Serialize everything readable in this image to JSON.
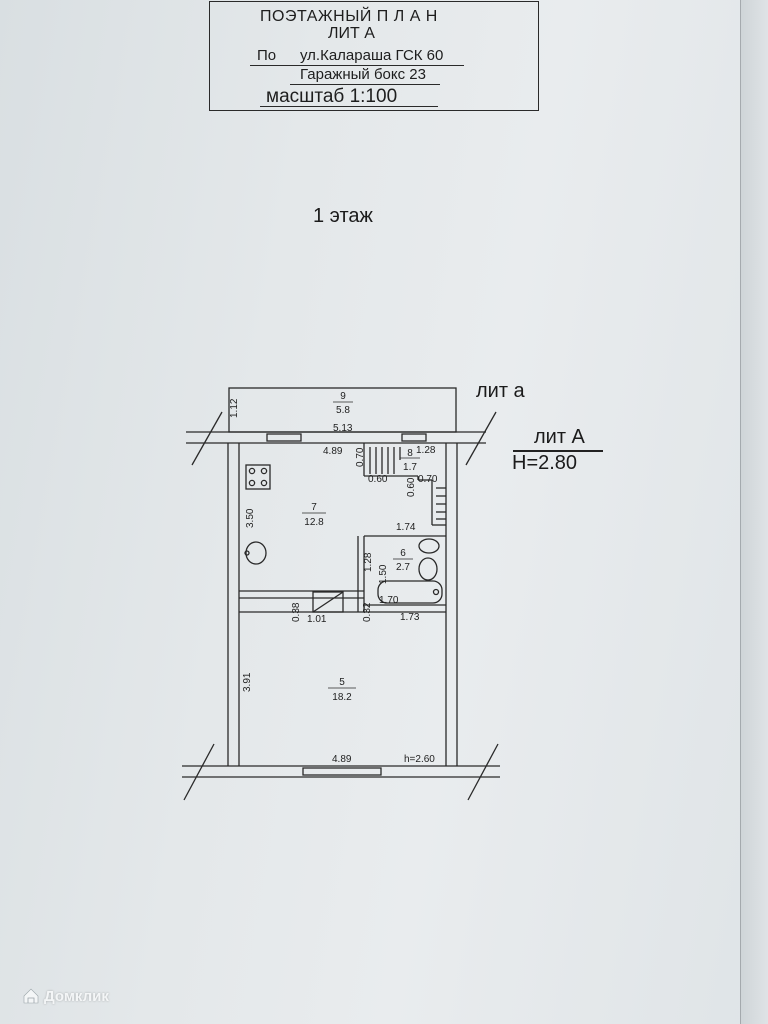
{
  "title_block": {
    "line1": "ПОЭТАЖНЫЙ П Л А Н",
    "line2": "ЛИТ А",
    "address_prefix": "По",
    "address": "ул.Калараша ГСК 60",
    "garage": "Гаражный бокс 23",
    "scale": "масштаб 1:100"
  },
  "floor_label": "1 этаж",
  "building_labels": {
    "lit_a_small": "лит а",
    "lit_a_big": "лит А",
    "height": "H=2.80"
  },
  "rooms": [
    {
      "number": "9",
      "area": "5.8"
    },
    {
      "number": "8",
      "area": "1.7"
    },
    {
      "number": "7",
      "area": "12.8"
    },
    {
      "number": "6",
      "area": "2.7"
    },
    {
      "number": "5",
      "area": "18.2"
    }
  ],
  "dimensions": {
    "d_1_12": "1.12",
    "d_5_13": "5.13",
    "d_4_89_top": "4.89",
    "d_0_70_a": "0.70",
    "d_1_28_a": "1.28",
    "d_0_60_a": "0.60",
    "d_0_60_b": "0.60",
    "d_0_70_b": "0.70",
    "d_3_50": "3.50",
    "d_1_74": "1.74",
    "d_1_28_b": "1.28",
    "d_1_50": "1.50",
    "d_1_70": "1.70",
    "d_0_38": "0.38",
    "d_1_01": "1.01",
    "d_0_32": "0.32",
    "d_1_73": "1.73",
    "d_3_91": "3.91",
    "d_4_89_bottom": "4.89",
    "h_2_60": "h=2.60"
  },
  "watermark": {
    "text": "Домклик",
    "icon": "house-logo-icon"
  },
  "colors": {
    "paper": "#e6eaec",
    "ink": "#1e1e1e"
  }
}
